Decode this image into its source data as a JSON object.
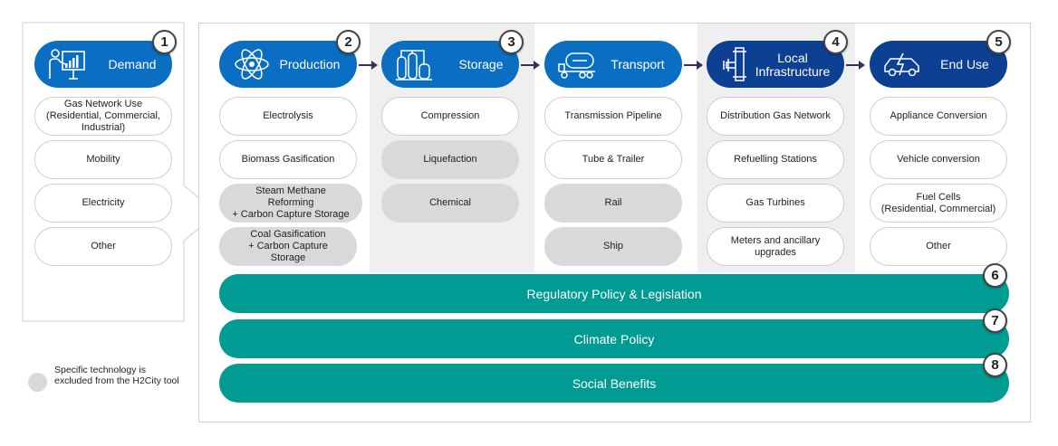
{
  "demand": {
    "title": "Demand",
    "badge": "1",
    "items": [
      {
        "label": "Gas Network Use\n(Residential, Commercial,\nIndustrial)",
        "excluded": false
      },
      {
        "label": "Mobility",
        "excluded": false
      },
      {
        "label": "Electricity",
        "excluded": false
      },
      {
        "label": "Other",
        "excluded": false
      }
    ]
  },
  "stages": [
    {
      "title": "Production",
      "badge": "2",
      "icon": "atom-icon",
      "color": "#0a6fc2",
      "items": [
        {
          "label": "Electrolysis",
          "excluded": false
        },
        {
          "label": "Biomass Gasification",
          "excluded": false
        },
        {
          "label": "Steam Methane\nReforming\n+ Carbon Capture Storage",
          "excluded": true
        },
        {
          "label": "Coal Gasification\n+ Carbon Capture\nStorage",
          "excluded": true
        }
      ]
    },
    {
      "title": "Storage",
      "badge": "3",
      "icon": "storage-tanks-icon",
      "color": "#0a6fc2",
      "items": [
        {
          "label": "Compression",
          "excluded": false
        },
        {
          "label": "Liquefaction",
          "excluded": true
        },
        {
          "label": "Chemical",
          "excluded": true
        }
      ]
    },
    {
      "title": "Transport",
      "badge": "",
      "icon": "tanker-truck-icon",
      "color": "#0a6fc2",
      "items": [
        {
          "label": "Transmission Pipeline",
          "excluded": false
        },
        {
          "label": "Tube & Trailer",
          "excluded": false
        },
        {
          "label": "Rail",
          "excluded": true
        },
        {
          "label": "Ship",
          "excluded": true
        }
      ]
    },
    {
      "title": "Local\nInfrastructure",
      "badge": "4",
      "icon": "pipe-valve-icon",
      "color": "#0d3f92",
      "items": [
        {
          "label": "Distribution Gas Network",
          "excluded": false
        },
        {
          "label": "Refuelling Stations",
          "excluded": false
        },
        {
          "label": "Gas Turbines",
          "excluded": false
        },
        {
          "label": "Meters and ancillary\nupgrades",
          "excluded": false
        }
      ]
    },
    {
      "title": "End Use",
      "badge": "5",
      "icon": "electric-car-icon",
      "color": "#0d3f92",
      "items": [
        {
          "label": "Appliance Conversion",
          "excluded": false
        },
        {
          "label": "Vehicle conversion",
          "excluded": false
        },
        {
          "label": "Fuel Cells\n(Residential, Commercial)",
          "excluded": false
        },
        {
          "label": "Other",
          "excluded": false
        }
      ]
    }
  ],
  "bars": [
    {
      "label": "Regulatory Policy & Legislation",
      "badge": "6"
    },
    {
      "label": "Climate Policy",
      "badge": "7"
    },
    {
      "label": "Social Benefits",
      "badge": "8"
    }
  ],
  "legend": {
    "text": "Specific technology is excluded from the H2City tool",
    "color": "#d9d9d9"
  },
  "colors": {
    "teal": "#009c93",
    "blue": "#0a6fc2",
    "navy": "#0d3f92"
  }
}
